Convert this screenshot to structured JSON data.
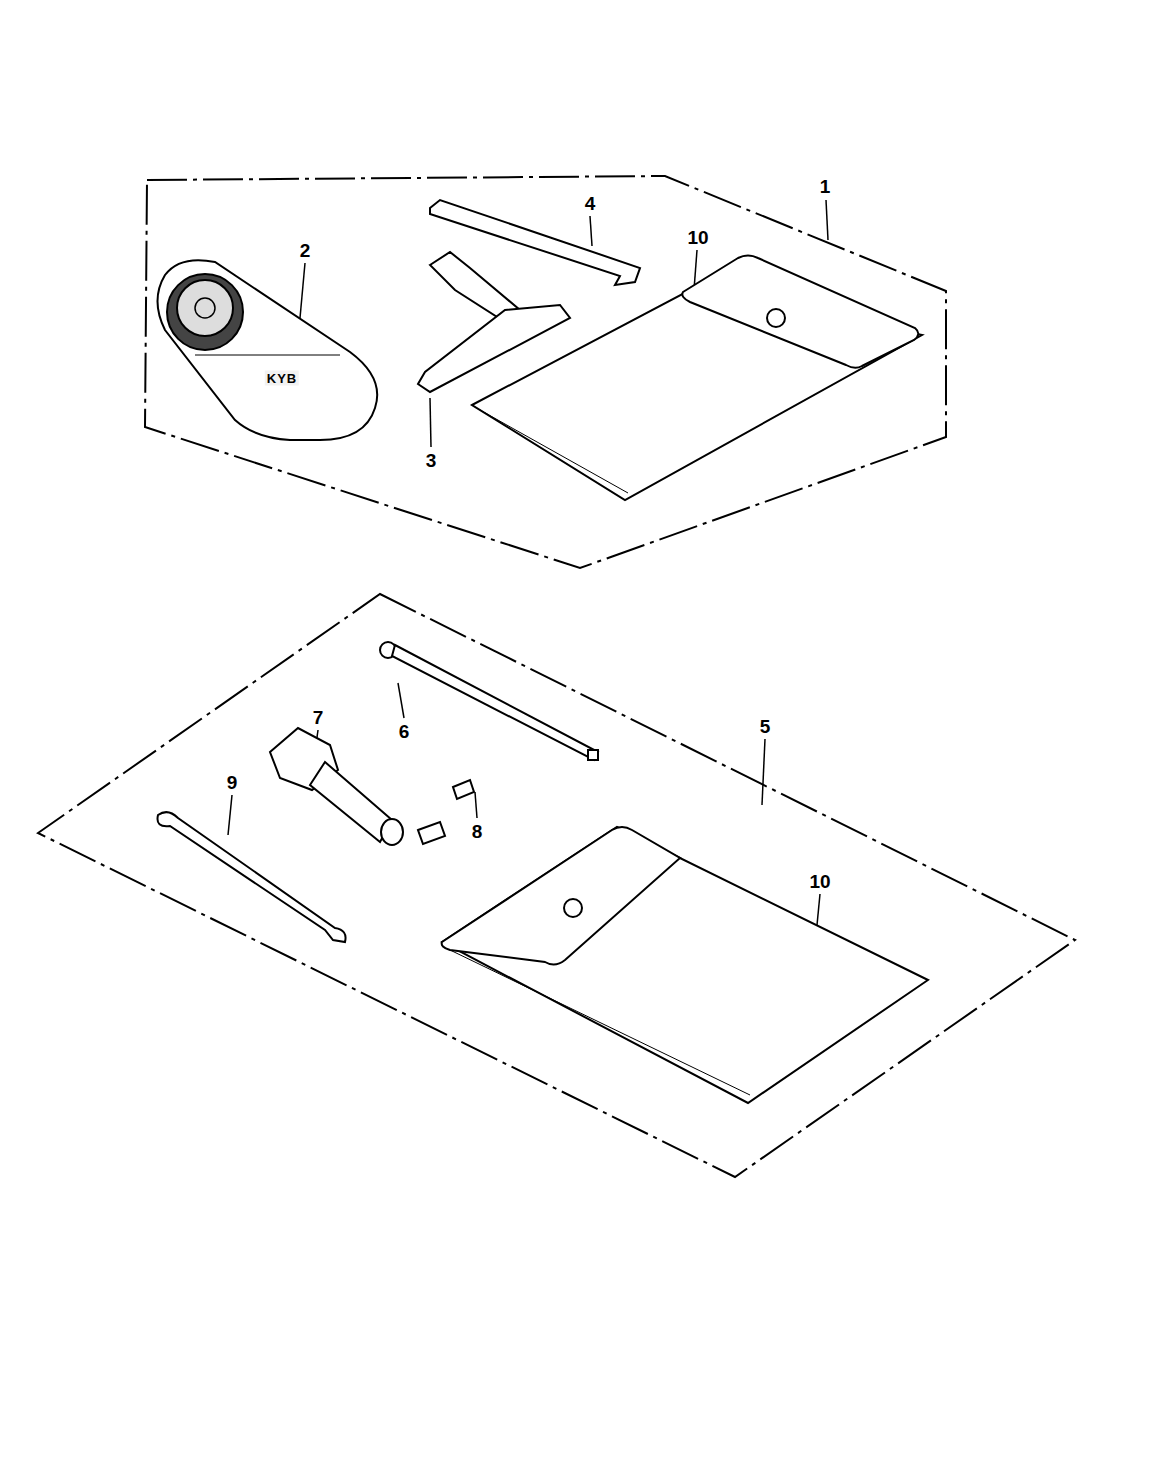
{
  "diagram": {
    "labels": [
      "1",
      "2",
      "4",
      "10",
      "3",
      "KYB",
      "5",
      "6",
      "7",
      "9",
      "8",
      "10"
    ]
  }
}
